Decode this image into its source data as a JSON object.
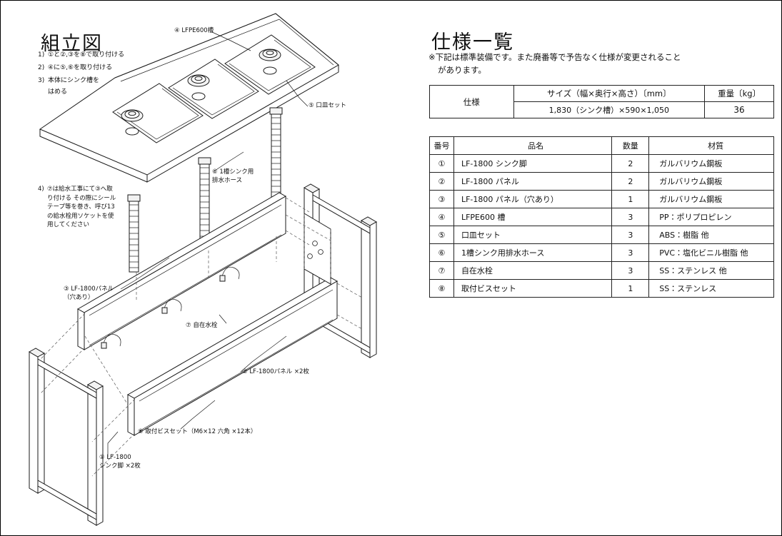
{
  "document": {
    "left_panel_title": "組立図",
    "right_panel_title": "仕様一覧"
  },
  "assembly_steps": [
    {
      "num": "1)",
      "text": "①と②,③を⑧で取り付ける"
    },
    {
      "num": "2)",
      "text": "④に⑤,⑥を取り付ける"
    },
    {
      "num": "3)",
      "text": "本体にシンク槽を\nはめる"
    }
  ],
  "step4": {
    "num": "4)",
    "text": "⑦は給水工事にて③へ取り付ける その際にシールテープ等を巻き、呼び13の給水栓用ソケットを使用してください"
  },
  "callouts": {
    "tank": "④ LFPE600槽",
    "plate_set": "⑤ 口皿セット",
    "drain_hose": "⑥ 1槽シンク用\n排水ホース",
    "panel_hole": "③ LF-1800パネル\n  （穴あり）",
    "faucet": "⑦ 自在水栓",
    "panel": "② LF-1800パネル ×2枚",
    "screw_set": "⑧ 取付ビスセット（M6×12 六角 ×12本）",
    "leg": "① LF-1800\n  シンク脚 ×2枚"
  },
  "notice": {
    "line1": "※下記は標準装備です。また廃番等で予告なく仕様が変更されること",
    "line2": "があります。"
  },
  "spec_table": {
    "label": "仕様",
    "size_header": "サイズ（幅×奥行×高さ）〔mm〕",
    "size_value": "1,830（シンク槽）×590×1,050",
    "weight_header": "重量〔kg〕",
    "weight_value": "36"
  },
  "parts_table": {
    "headers": [
      "番号",
      "品名",
      "数量",
      "材質"
    ],
    "rows": [
      {
        "no": "①",
        "name": "LF-1800 シンク脚",
        "qty": "2",
        "material": "ガルバリウム鋼板"
      },
      {
        "no": "②",
        "name": "LF-1800 パネル",
        "qty": "2",
        "material": "ガルバリウム鋼板"
      },
      {
        "no": "③",
        "name": "LF-1800 パネル（穴あり）",
        "qty": "1",
        "material": "ガルバリウム鋼板"
      },
      {
        "no": "④",
        "name": "LFPE600 槽",
        "qty": "3",
        "material": "PP：ポリプロピレン"
      },
      {
        "no": "⑤",
        "name": "口皿セット",
        "qty": "3",
        "material": "ABS：樹脂 他"
      },
      {
        "no": "⑥",
        "name": "1槽シンク用排水ホース",
        "qty": "3",
        "material": "PVC：塩化ビニル樹脂 他"
      },
      {
        "no": "⑦",
        "name": "自在水栓",
        "qty": "3",
        "material": "SS：ステンレス 他"
      },
      {
        "no": "⑧",
        "name": "取付ビスセット",
        "qty": "1",
        "material": "SS：ステンレス"
      }
    ]
  },
  "colors": {
    "ink": "#1a1a1a",
    "paper": "#ffffff",
    "rule": "#222222"
  }
}
